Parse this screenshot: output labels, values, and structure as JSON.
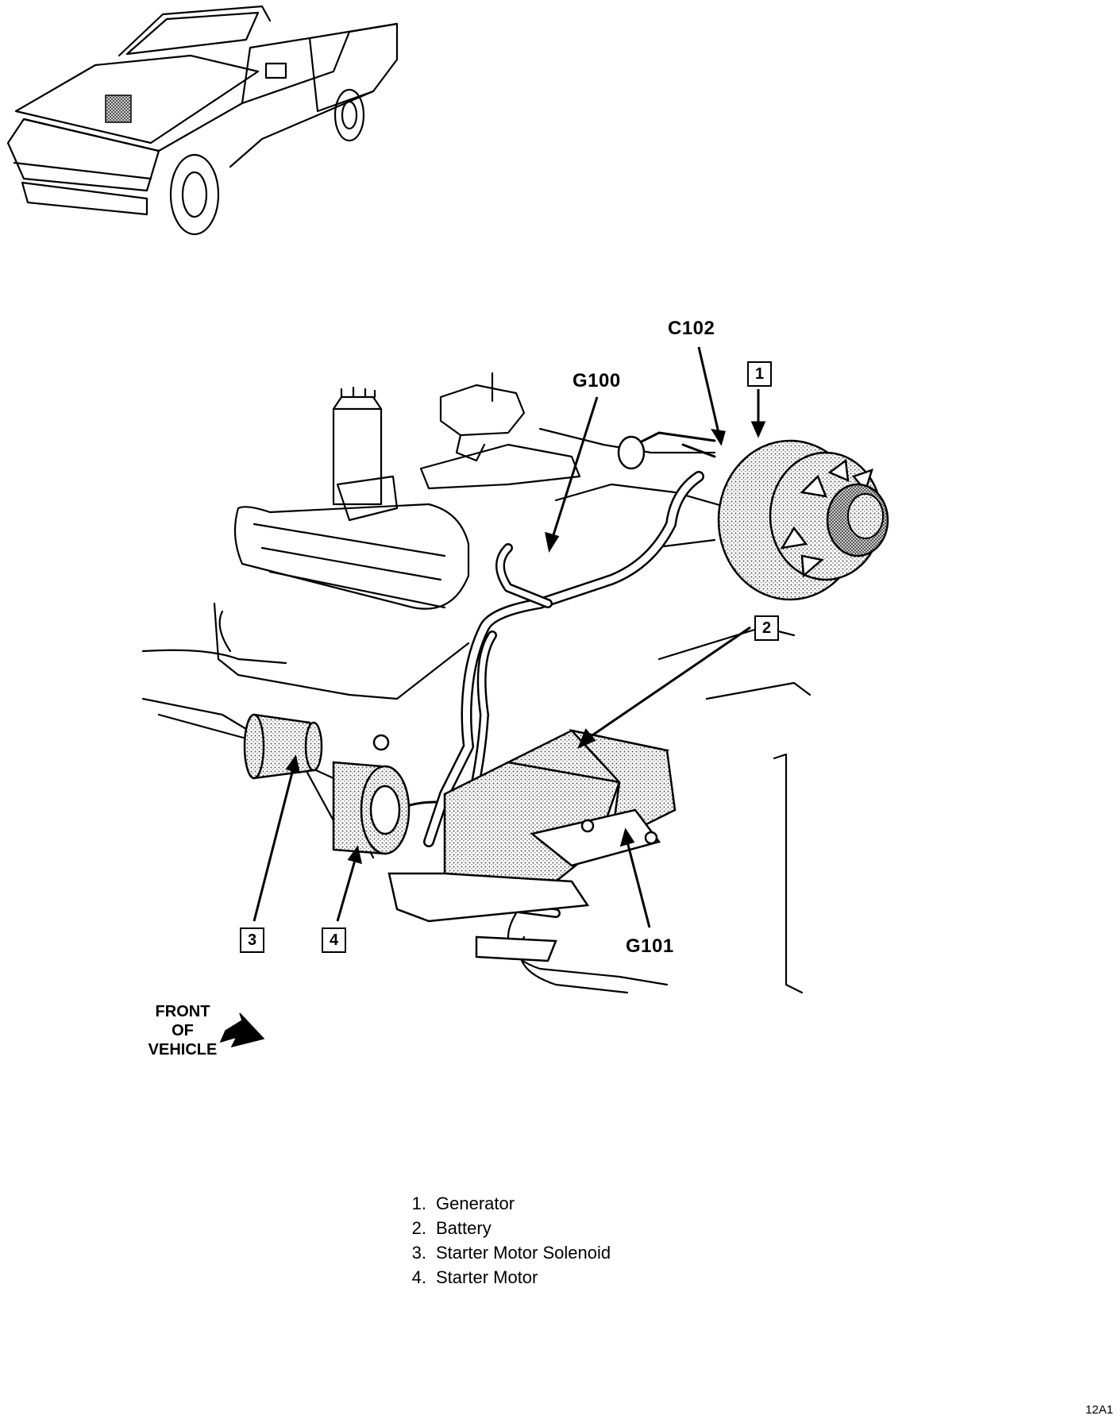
{
  "callouts": {
    "c102": "C102",
    "g100": "G100",
    "g101": "G101"
  },
  "boxes": {
    "box1": "1",
    "box2": "2",
    "box3": "3",
    "box4": "4"
  },
  "front_of_vehicle": {
    "line1": "FRONT",
    "line2": "OF",
    "line3": "VEHICLE"
  },
  "legend": [
    {
      "num": "1.",
      "label": "Generator"
    },
    {
      "num": "2.",
      "label": "Battery"
    },
    {
      "num": "3.",
      "label": "Starter Motor Solenoid"
    },
    {
      "num": "4.",
      "label": "Starter Motor"
    }
  ],
  "figure_id": "12A1"
}
